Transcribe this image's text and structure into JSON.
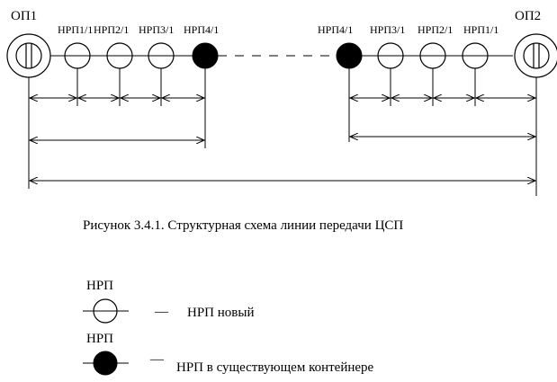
{
  "diagram": {
    "left_terminal": "ОП1",
    "right_terminal": "ОП2",
    "left_stations": [
      "НРП1/1",
      "НРП2/1",
      "НРП3/1",
      "НРП4/1"
    ],
    "right_stations": [
      "НРП4/1",
      "НРП3/1",
      "НРП2/1",
      "НРП1/1"
    ],
    "caption": "Рисунок 3.4.1. Структурная схема линии передачи ЦСП"
  },
  "legend": {
    "new": {
      "title": "НРП",
      "dash": "—",
      "text": "НРП новый"
    },
    "container": {
      "title": "НРП",
      "dash": "—",
      "text": "НРП в существующем контейнере"
    }
  }
}
